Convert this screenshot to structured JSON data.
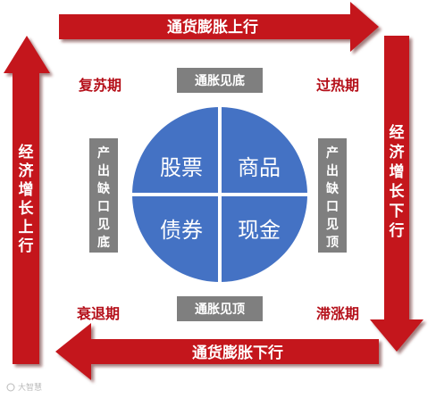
{
  "colors": {
    "arrow": "#c4141c",
    "arrow_shadow": "#7a0d12",
    "phase_text": "#b5101a",
    "label_box": "#7f7f7f",
    "pie": "#4472c4",
    "pie_divider": "#ffffff"
  },
  "arrows": {
    "top": "通货膨胀上行",
    "bottom": "通货膨胀下行",
    "left": "经济增长上行",
    "right": "经济增长下行"
  },
  "phases": {
    "top_left": "复苏期",
    "top_right": "过热期",
    "bottom_left": "衰退期",
    "bottom_right": "滞涨期"
  },
  "labels": {
    "top": "通胀见底",
    "bottom": "通胀见顶",
    "left": "产出缺口见底",
    "right": "产出缺口见顶"
  },
  "assets": {
    "top_left": "股票",
    "top_right": "商品",
    "bottom_left": "债券",
    "bottom_right": "现金"
  },
  "watermark": "大智慧"
}
